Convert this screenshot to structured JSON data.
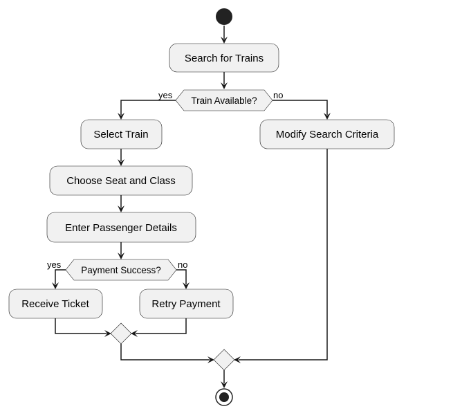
{
  "diagram": {
    "actions": {
      "search_trains": "Search for Trains",
      "select_train": "Select Train",
      "choose_seat": "Choose Seat and Class",
      "enter_details": "Enter Passenger Details",
      "receive_ticket": "Receive Ticket",
      "retry_payment": "Retry Payment",
      "modify_search": "Modify Search Criteria"
    },
    "decisions": {
      "train_available": {
        "question": "Train Available?",
        "yes_label": "yes",
        "no_label": "no"
      },
      "payment_success": {
        "question": "Payment Success?",
        "yes_label": "yes",
        "no_label": "no"
      }
    },
    "colors": {
      "node_fill": "#f1f1f1",
      "stroke": "#181818",
      "start_end": "#222222"
    }
  }
}
